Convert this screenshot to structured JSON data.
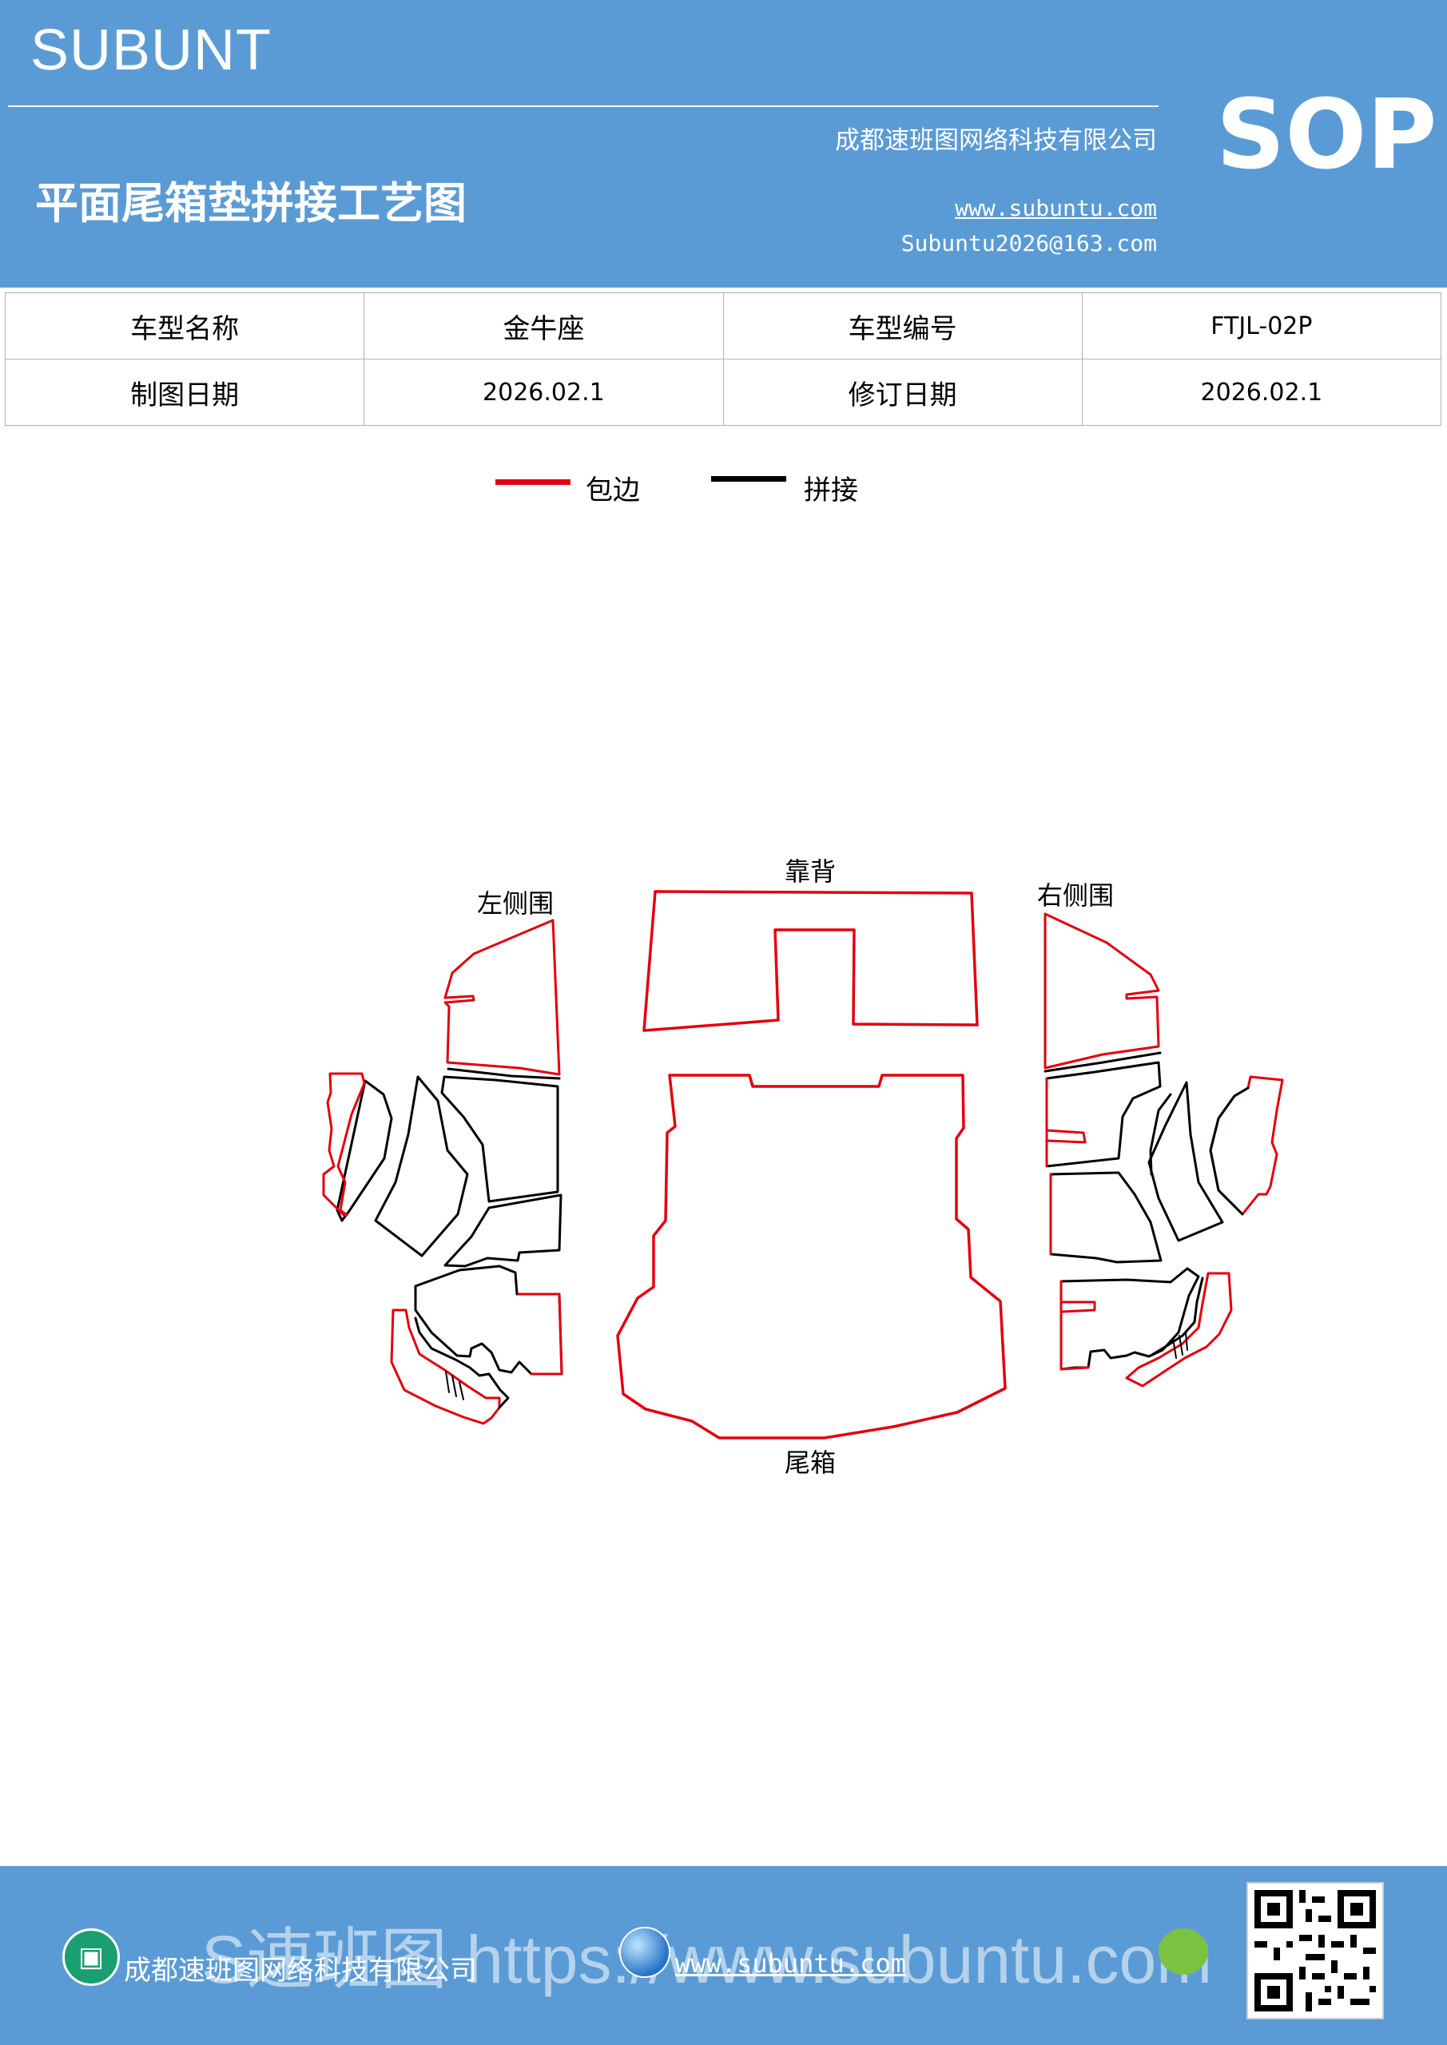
{
  "header": {
    "brand": "SUBUNT",
    "title": "平面尾箱垫拼接工艺图",
    "company": "成都速班图网络科技有限公司",
    "website": "www.subuntu.com",
    "email": "Subuntu2026@163.com",
    "badge": "SOP"
  },
  "info_table": {
    "row1": [
      "车型名称",
      "金牛座",
      "车型编号",
      "FTJL-02P"
    ],
    "row2": [
      "制图日期",
      "2026.02.1",
      "修订日期",
      "2026.02.1"
    ]
  },
  "legend": [
    {
      "label": "包边",
      "color": "#e3000f"
    },
    {
      "label": "拼接",
      "color": "#000000"
    }
  ],
  "parts": {
    "back": "靠背",
    "left": "左侧围",
    "right": "右侧围",
    "trunk": "尾箱"
  },
  "footer": {
    "company": "成都速班图网络科技有限公司",
    "watermark": "S速班图  https://www.subuntu.com",
    "website": "www.subuntu.com",
    "qr_label": "qr-code"
  },
  "colors": {
    "header_blue": "#5b9bd5",
    "edge_red": "#e3000f",
    "seam_black": "#000000"
  }
}
